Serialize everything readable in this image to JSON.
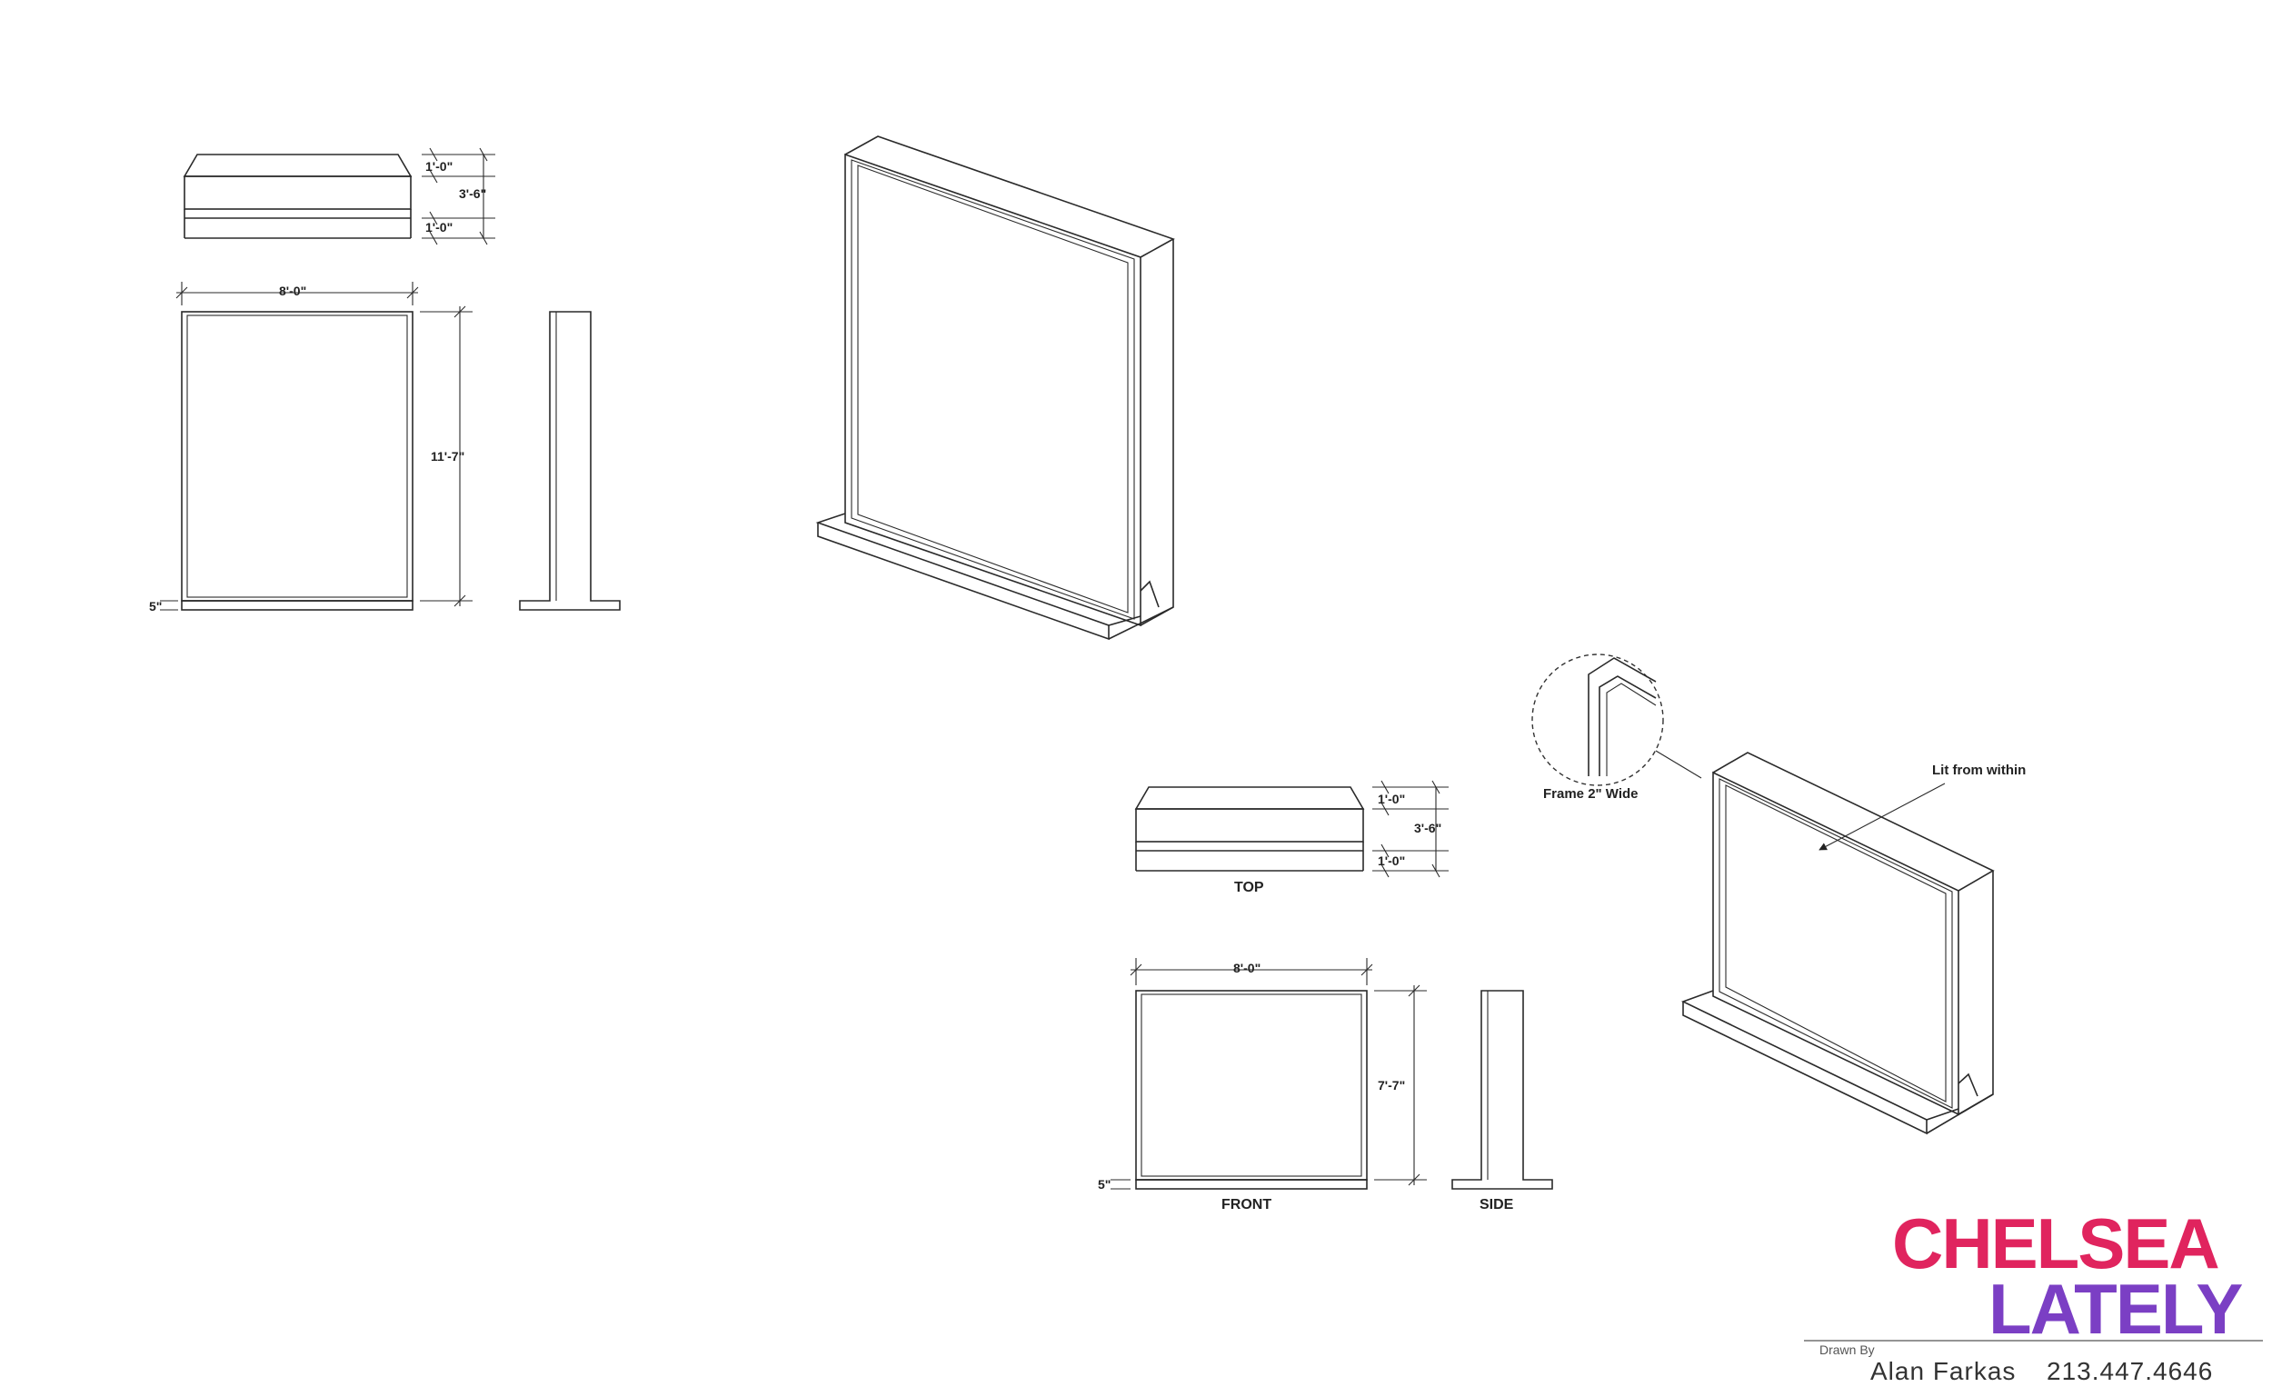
{
  "sign1": {
    "top_dim_upper": "1'-0\"",
    "top_dim_total": "3'-6\"",
    "top_dim_lower": "1'-0\"",
    "width": "8'-0\"",
    "height": "11'-7\"",
    "base": "5\""
  },
  "sign2": {
    "top_dim_upper": "1'-0\"",
    "top_dim_total": "3'-6\"",
    "top_dim_lower": "1'-0\"",
    "width": "8'-0\"",
    "height": "7'-7\"",
    "base": "5\"",
    "label_top": "TOP",
    "label_front": "FRONT",
    "label_side": "SIDE",
    "frame_note": "Frame 2\" Wide",
    "lit_note": "Lit from within"
  },
  "titleblock": {
    "logo_line1": "CHELSEA",
    "logo_line2": "LATELY",
    "drawn_by_label": "Drawn By",
    "drawn_by": "Alan Farkas",
    "phone": "213.447.4646",
    "logo_colors": [
      "#e0245e",
      "#7b3fc4"
    ]
  }
}
